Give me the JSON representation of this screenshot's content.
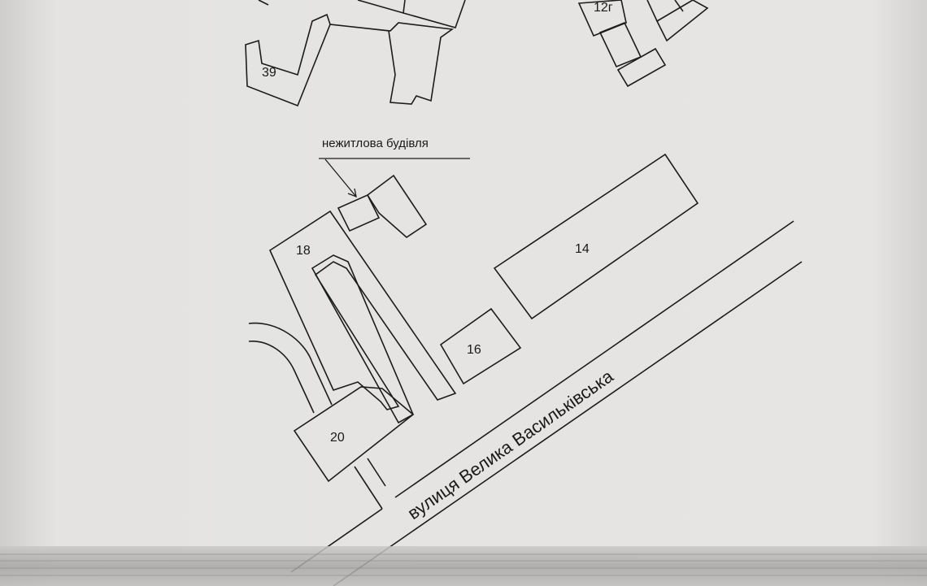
{
  "annotation": {
    "text": "нежитлова будівля"
  },
  "street": {
    "name": "вулиця Велика Васильківська"
  },
  "buildings": [
    {
      "number": "39"
    },
    {
      "number": "12г"
    },
    {
      "number": "18"
    },
    {
      "number": "14"
    },
    {
      "number": "16"
    },
    {
      "number": "20"
    }
  ],
  "colors": {
    "ink": "#1c1c1c",
    "paper": "#e6e5e3",
    "scan_band": "#9a9896"
  }
}
